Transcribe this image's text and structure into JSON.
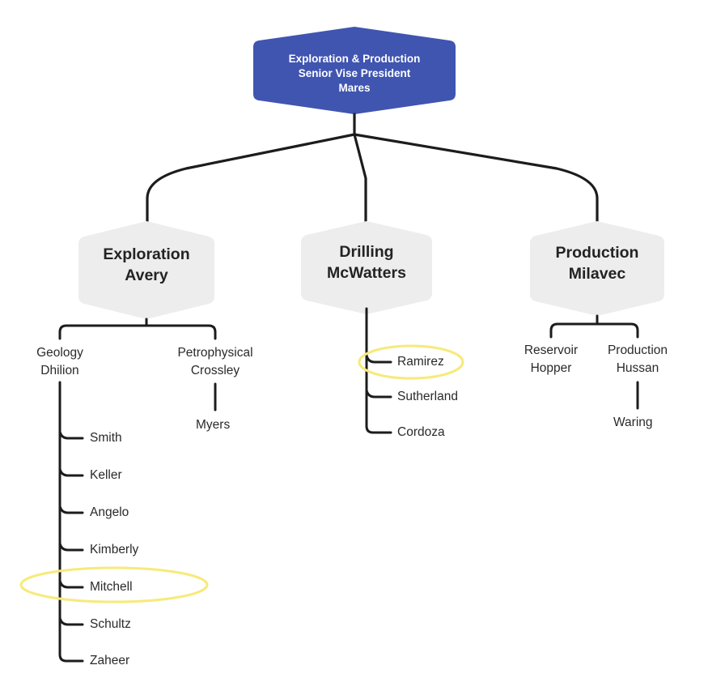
{
  "colors": {
    "top_fill": "#4055b0",
    "dept_fill": "#ededed",
    "line": "#1c1c1c",
    "highlight": "#f6ea7a"
  },
  "top": {
    "line1": "Exploration & Production",
    "line2": "Senior Vise President",
    "line3": "Mares"
  },
  "departments": [
    {
      "title": "Exploration",
      "head": "Avery",
      "groups": [
        {
          "title": "Geology",
          "head": "Dhilion",
          "members": [
            "Smith",
            "Keller",
            "Angelo",
            "Kimberly",
            "Mitchell",
            "Schultz",
            "Zaheer"
          ]
        },
        {
          "title": "Petrophysical",
          "head": "Crossley",
          "members": [
            "Myers"
          ]
        }
      ]
    },
    {
      "title": "Drilling",
      "head": "McWatters",
      "members": [
        "Ramirez",
        "Sutherland",
        "Cordoza"
      ]
    },
    {
      "title": "Production",
      "head": "Milavec",
      "groups": [
        {
          "title": "Reservoir",
          "head": "Hopper",
          "members": []
        },
        {
          "title": "Production",
          "head": "Hussan",
          "members": [
            "Waring"
          ]
        }
      ]
    }
  ],
  "highlighted": [
    "Mitchell",
    "Ramirez"
  ]
}
